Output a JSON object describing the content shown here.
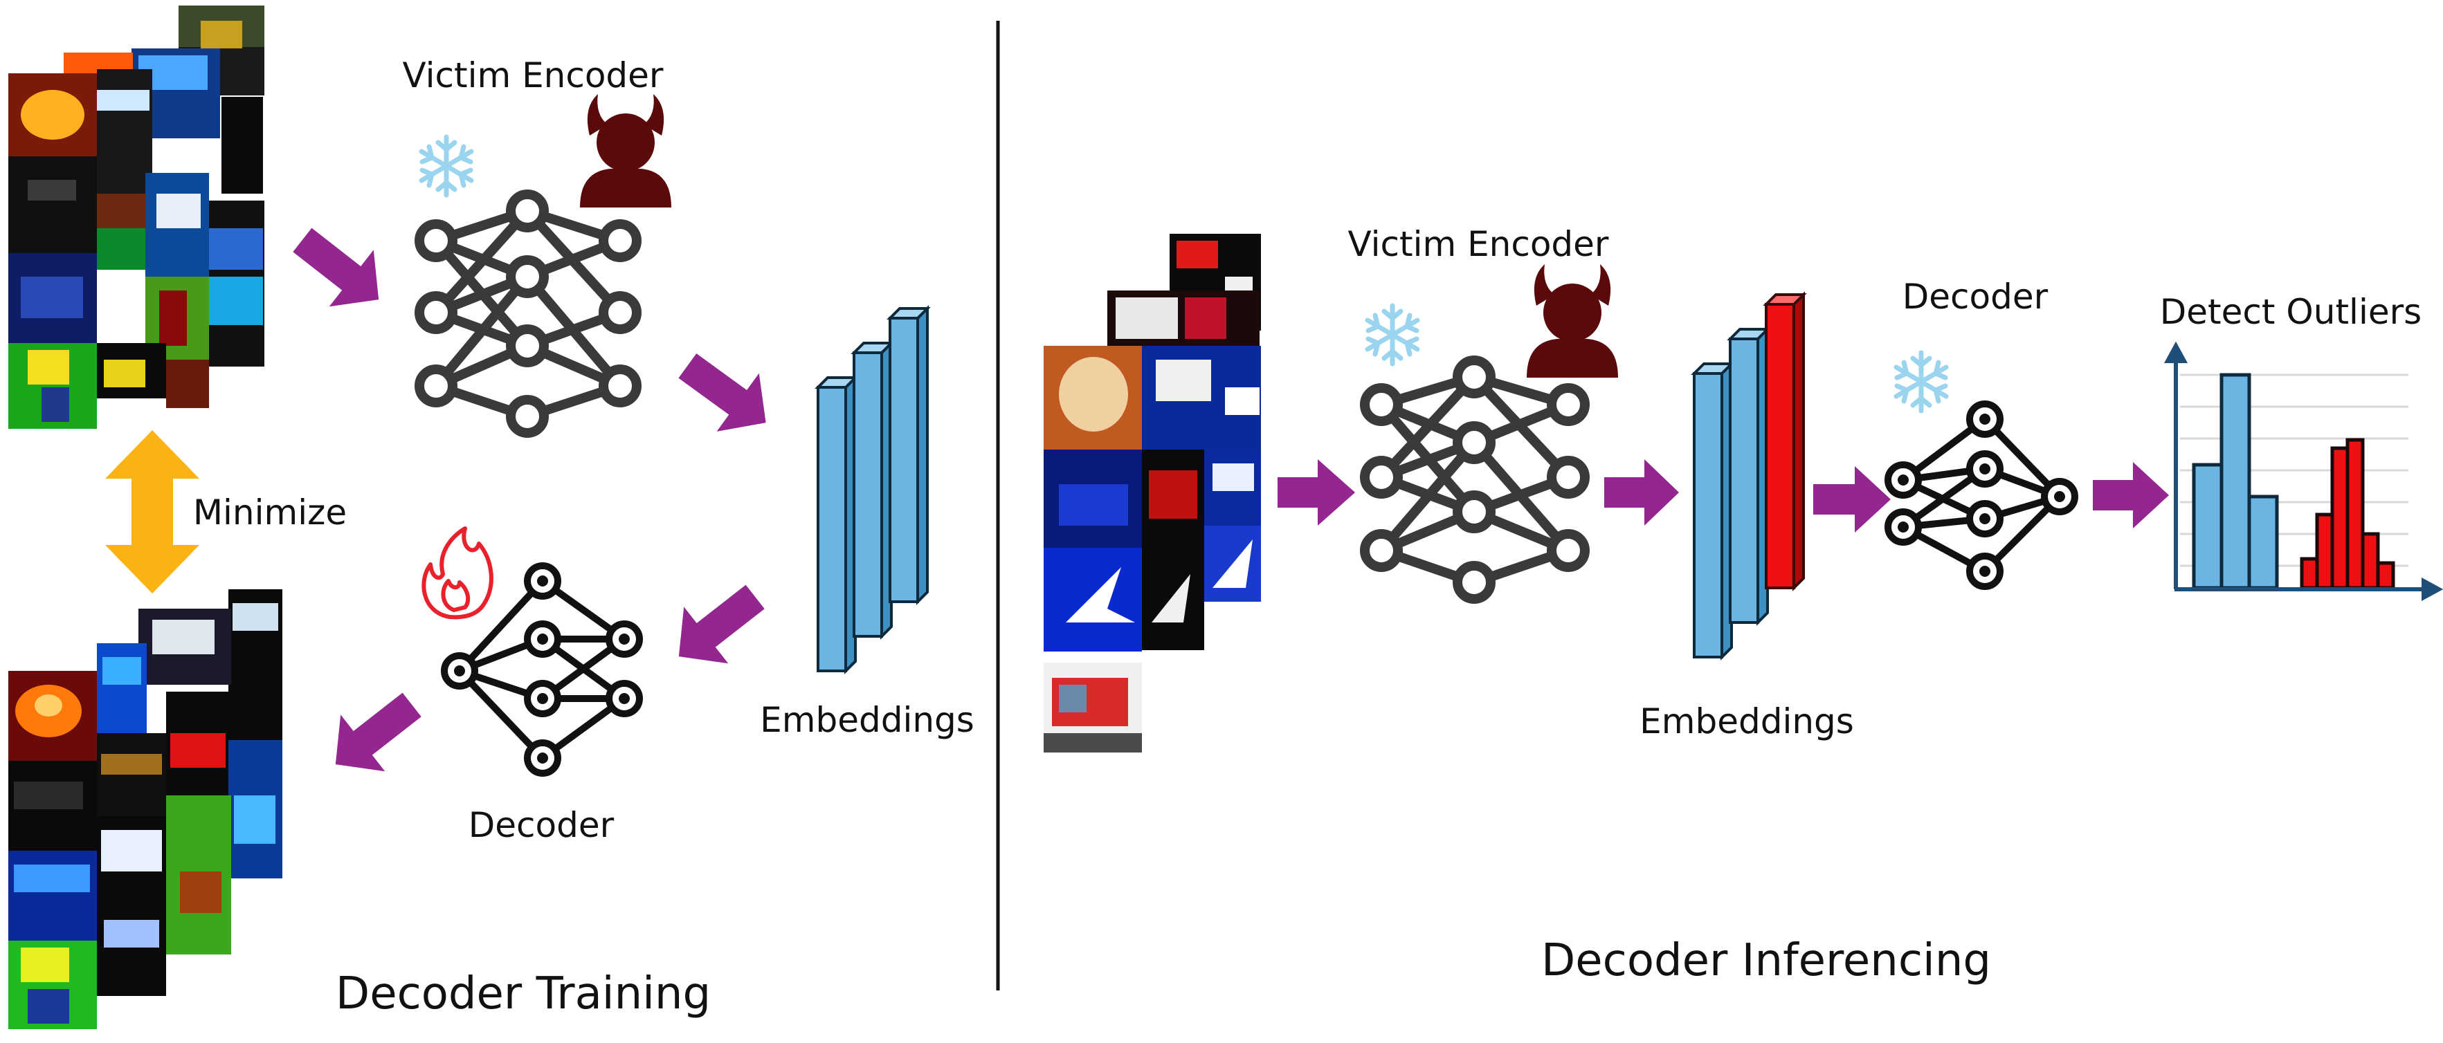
{
  "training": {
    "encoder_label": "Victim Encoder",
    "minimize_label": "Minimize",
    "embeddings_label": "Embeddings",
    "decoder_label": "Decoder",
    "section_title": "Decoder Training"
  },
  "inferencing": {
    "encoder_label": "Victim Encoder",
    "decoder_label": "Decoder",
    "embeddings_label": "Embeddings",
    "outliers_label": "Detect Outliers",
    "section_title": "Decoder Inferencing"
  },
  "colors": {
    "arrow": "#93278f",
    "minimize_arrow": "#fbb313",
    "embedding_bar": "#6cb5e2",
    "embedding_bar_outlier": "#ee1111",
    "network": "#3a3a3a",
    "snowflake": "#9ad4ef",
    "flame": "#e8212b",
    "devil": "#5a0a0a",
    "axis": "#1f4e79"
  },
  "icons": [
    "snowflake-icon",
    "devil-icon",
    "flame-icon",
    "neural-network-icon",
    "histogram-icon"
  ]
}
